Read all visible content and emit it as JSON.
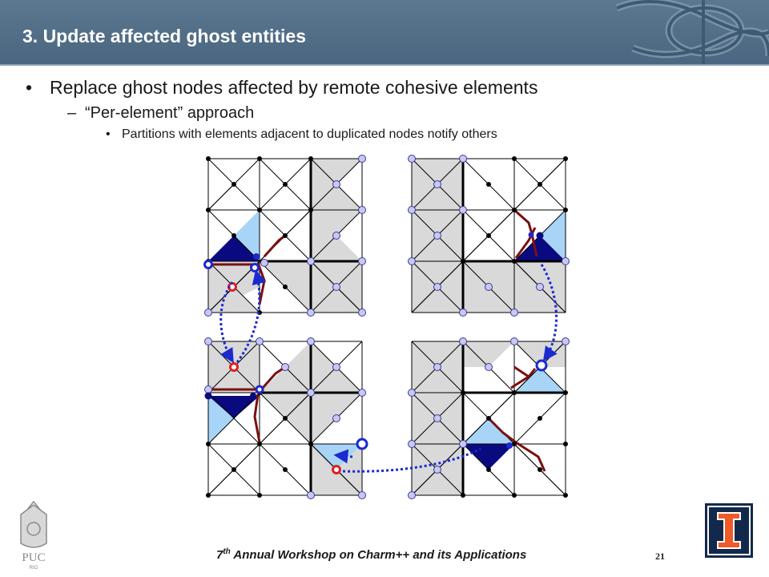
{
  "slide": {
    "title": "3. Update affected ghost entities",
    "bullets": [
      {
        "marker": "•",
        "text": "Replace ghost nodes affected by remote cohesive elements"
      },
      {
        "marker": "–",
        "text": "“Per-element” approach"
      },
      {
        "marker": "•",
        "text": "Partitions with elements adjacent to duplicated nodes notify others"
      }
    ],
    "footer": {
      "ordinal": "7",
      "superscript": "th",
      "text": " Annual Workshop on Charm++ and its Applications"
    },
    "slide_number": "21",
    "logos": {
      "left_caption": "PUC",
      "left_subcaption": "RIO"
    }
  },
  "colors": {
    "title_bar": "#4f6b84",
    "ghost_gray": "#d9d9d9",
    "light_blue": "#a8d4f7",
    "dark_navy": "#0a0a80",
    "cohesive_red": "#7a1010",
    "arrow_blue": "#1a2ad0",
    "ghost_node_fill": "#c8c8f0",
    "illinois_orange": "#f05a28",
    "illinois_navy": "#13294b"
  }
}
